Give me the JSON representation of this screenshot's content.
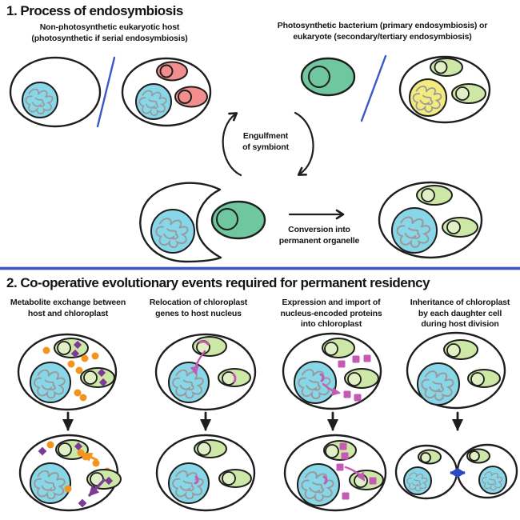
{
  "colors": {
    "outline": "#1e1e1e",
    "nucleus_blue": "#87d7e9",
    "nucleus_yellow": "#f4eb7e",
    "dna_gray": "#9a9a9a",
    "symbiont_pink": "#f28e8d",
    "symbiont_teal": "#6ec79f",
    "chloroplast_green": "#cde7a6",
    "chloroplast_inner": "#e0efc6",
    "metabolite_orange": "#f3941e",
    "metabolite_purple": "#7c3c96",
    "protein_magenta": "#c45ab4",
    "divider_blue": "#3c57c5",
    "arrow_blue": "#2b49c0"
  },
  "section1": {
    "title": "1. Process of endosymbiosis",
    "host_label": [
      "Non-photosynthetic eukaryotic host",
      "(photosynthetic if serial endosymbiosis)"
    ],
    "symbiont_label": [
      "Photosynthetic bacterium (primary endosymbiosis) or",
      "eukaryote (secondary/tertiary endosymbiosis)"
    ],
    "engulfment_label": [
      "Engulfment",
      "of symbiont"
    ],
    "conversion_label": [
      "Conversion into",
      "permanent organelle"
    ]
  },
  "section2": {
    "title": "2. Co-operative evolutionary events required for permanent residency",
    "columns": [
      {
        "label": [
          "Metabolite exchange between",
          "host and chloroplast"
        ]
      },
      {
        "label": [
          "Relocation of chloroplast",
          "genes to host nucleus"
        ]
      },
      {
        "label": [
          "Expression and import of",
          "nucleus-encoded proteins",
          "into chloroplast"
        ]
      },
      {
        "label": [
          "Inheritance of chloroplast",
          "by each daughter cell",
          "during host division"
        ]
      }
    ]
  }
}
